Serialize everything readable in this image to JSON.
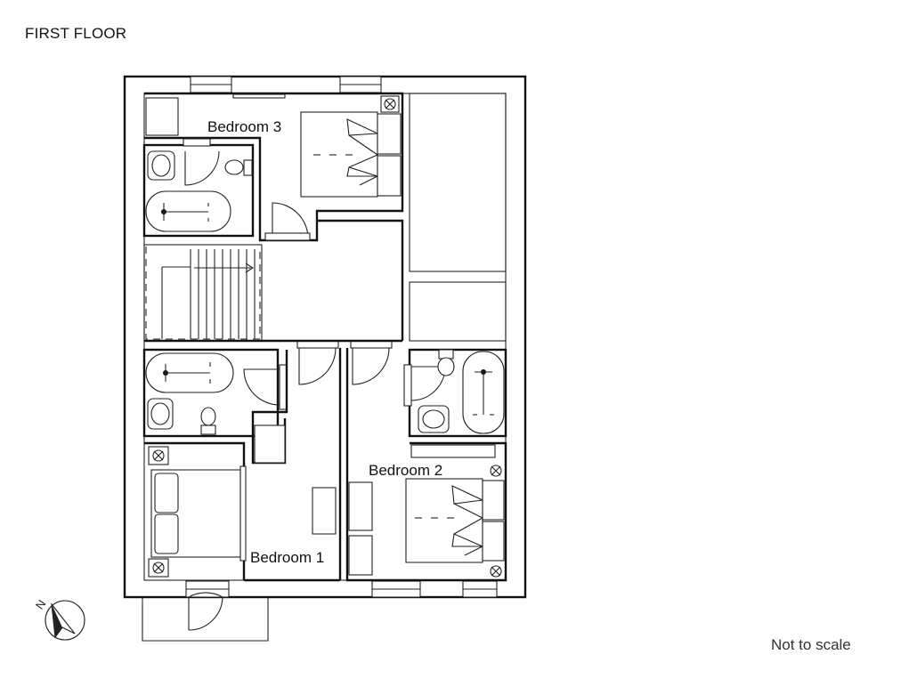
{
  "floor": {
    "title": "FIRST FLOOR"
  },
  "rooms": [
    {
      "name": "Bedroom 3"
    },
    {
      "name": "Bedroom 2"
    },
    {
      "name": "Bedroom 1"
    }
  ],
  "compass": {
    "label": "N"
  },
  "footer": {
    "note": "Not to scale"
  }
}
